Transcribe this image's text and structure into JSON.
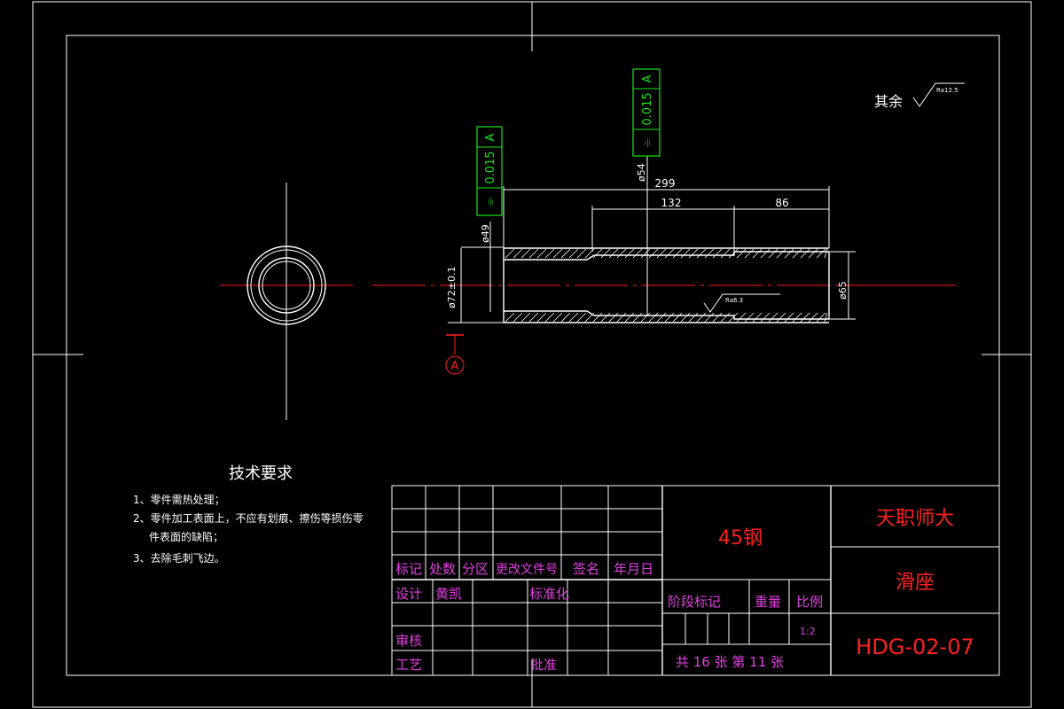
{
  "dimensions": {
    "d49": "ø49",
    "d54": "ø54",
    "d72": "ø72±0.1",
    "d65": "ø65",
    "l299": "299",
    "l132": "132",
    "l86": "86"
  },
  "tolerance_frames": [
    {
      "symbol": "⌯",
      "value": "0.015",
      "datum": "A"
    },
    {
      "symbol": "⌯",
      "value": "0.015",
      "datum": "A"
    }
  ],
  "datum_label": "A",
  "roughness": {
    "rest_label": "其余",
    "rest_value": "Ra12.5",
    "surface_value": "Ra6.3"
  },
  "tech_requirements": {
    "title": "技术要求",
    "items": [
      "1、零件需热处理；",
      "2、零件加工表面上，不应有划痕、擦伤等损伤零",
      "件表面的缺陷；",
      "3、去除毛刺飞边。"
    ]
  },
  "title_block": {
    "material": "45钢",
    "school": "天职师大",
    "part_name": "滑座",
    "drawing_no": "HDG-02-07",
    "headers": [
      "标记",
      "处数",
      "分区",
      "更改文件号",
      "签名",
      "年月日"
    ],
    "design_label": "设计",
    "designer": "黄凯",
    "standard_label": "标准化",
    "review_label": "审核",
    "process_label": "工艺",
    "approve_label": "批准",
    "stage_label": "阶段标记",
    "weight_label": "重量",
    "scale_label": "比例",
    "scale_value": "1:2",
    "sheets": "共 16 张  第 11 张"
  },
  "colors": {
    "background": "#000000",
    "lines": "#ffffff",
    "centerline": "#ff2020",
    "tolerance": "#19e619",
    "title_text": "#e040e0",
    "title_red": "#ff2020"
  }
}
